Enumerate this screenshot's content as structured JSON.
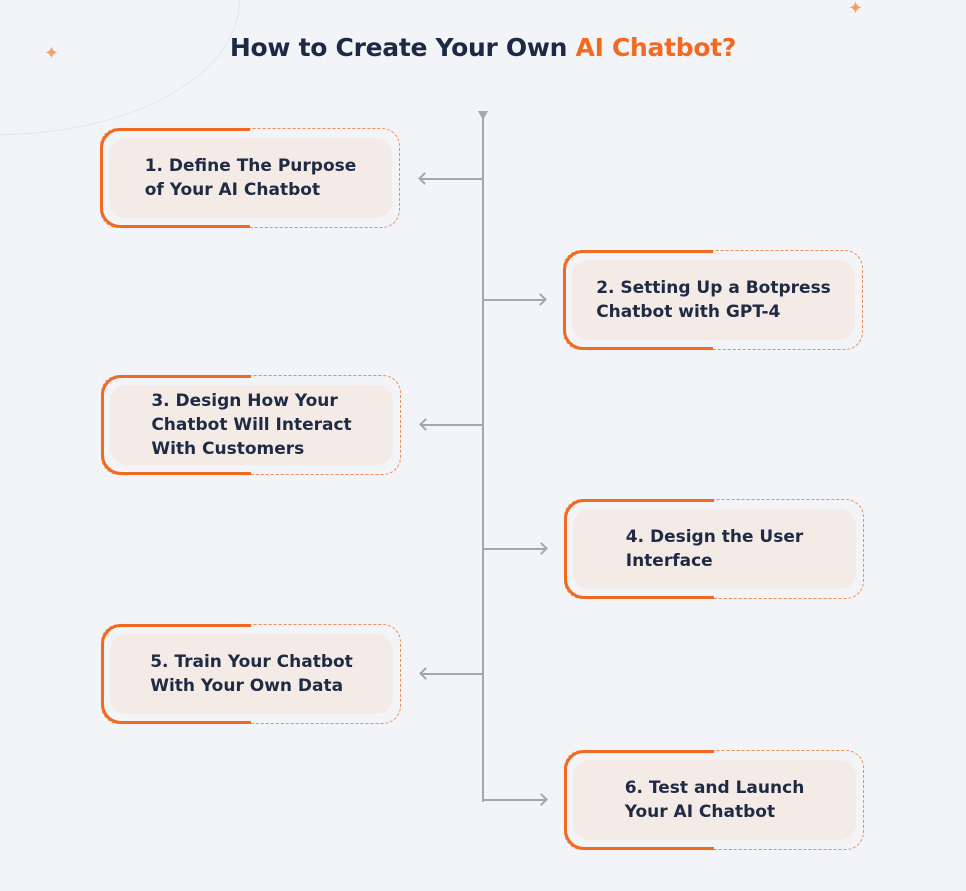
{
  "title": {
    "prefix": "How to Create Your Own ",
    "accent": "AI Chatbot?"
  },
  "colors": {
    "accent": "#f26a21",
    "text": "#1f2a44",
    "connector": "#a4a7ae",
    "box_fill": "#f4ebe7"
  },
  "steps": [
    {
      "label": "1. Define The Purpose\n    of Your AI Chatbot"
    },
    {
      "label": "2. Setting Up a Botpress\n    Chatbot with GPT-4"
    },
    {
      "label": "3. Design How Your\n    Chatbot Will Interact\n    With Customers"
    },
    {
      "label": "4. Design the User\n    Interface"
    },
    {
      "label": "5. Train Your Chatbot\n    With Your Own Data"
    },
    {
      "label": "6. Test and Launch\n    Your AI Chatbot"
    }
  ]
}
